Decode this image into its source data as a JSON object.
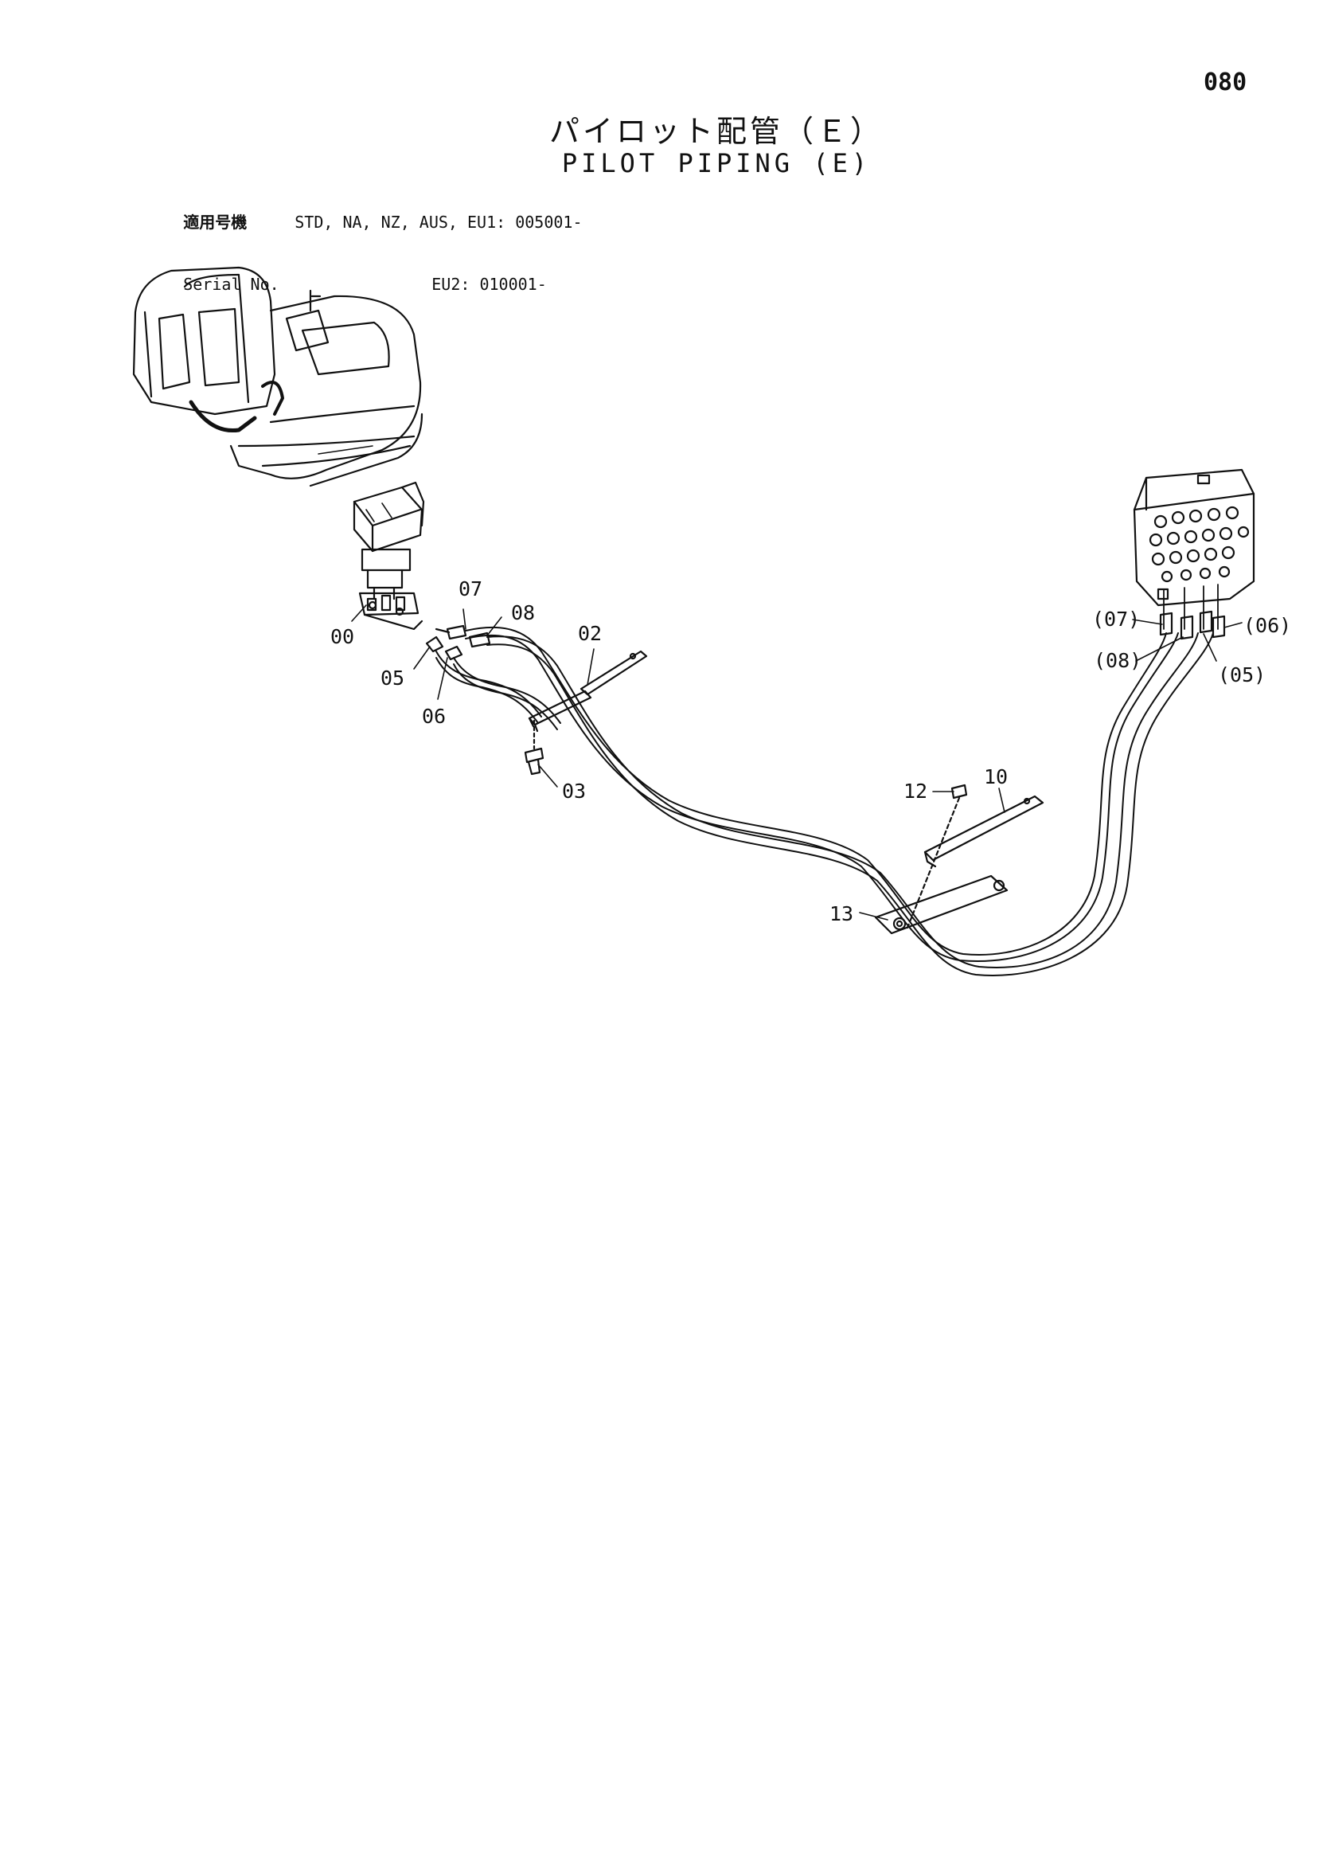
{
  "page": {
    "number": "080"
  },
  "title": {
    "japanese": "パイロット配管（Ｅ）",
    "english": "PILOT PIPING (E)"
  },
  "serial": {
    "label_jp": "適用号機",
    "label_en": "Serial No.",
    "line1": "STD, NA, NZ, AUS, EU1: 005001-",
    "line2": "EU2: 010001-"
  },
  "callouts": {
    "c00": "00",
    "c02": "02",
    "c03": "03",
    "c05": "05",
    "c06": "06",
    "c07": "07",
    "c08": "08",
    "c10": "10",
    "c12": "12",
    "c13": "13",
    "r07": "(07)",
    "r08": "(08)",
    "r06": "(06)",
    "r05": "(05)"
  }
}
